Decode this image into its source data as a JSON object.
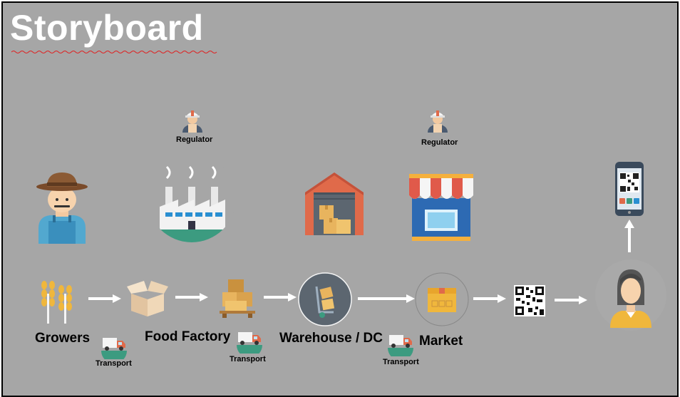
{
  "title": "Storyboard",
  "regulator_label": "Regulator",
  "transport_label": "Transport",
  "stages": {
    "growers": "Growers",
    "food_factory": "Food Factory",
    "warehouse": "Warehouse / DC",
    "market": "Market"
  },
  "colors": {
    "background": "#a6a6a6",
    "teal": "#3c9b80",
    "orange": "#e06a4a",
    "box": "#e8b45e",
    "factory": "#f2f2f2",
    "window_blue": "#2a8fd1"
  },
  "icons": [
    "farmer-icon",
    "factory-icon",
    "warehouse-icon",
    "shop-icon",
    "phone-qr-icon",
    "consumer-icon",
    "wheat-icon",
    "open-box-icon",
    "stacked-boxes-icon",
    "hand-truck-icon",
    "package-icon",
    "qr-code-icon",
    "truck-icon",
    "regulator-icon"
  ]
}
